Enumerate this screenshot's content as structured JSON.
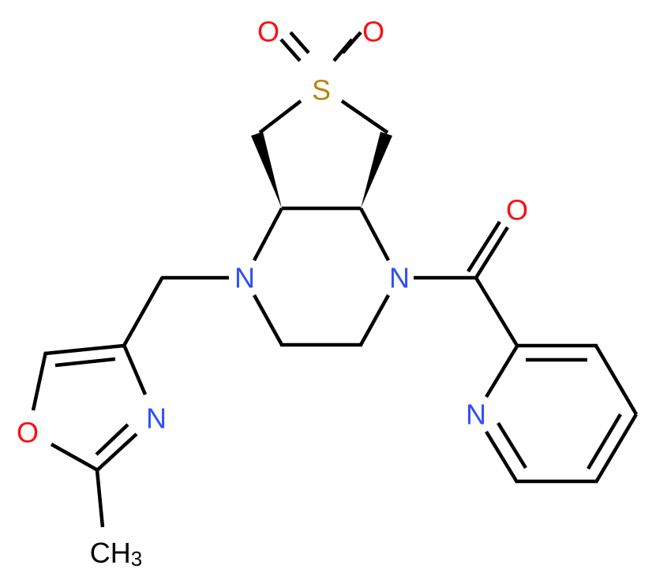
{
  "colors": {
    "oxygen": "#ff0d0d",
    "nitrogen": "#3050f8",
    "sulfur": "#b8860b",
    "bond": "#000000"
  },
  "atoms": {
    "o_sulfonyl_1": "O",
    "o_sulfonyl_2": "O",
    "s": "S",
    "n_left": "N",
    "n_right": "N",
    "o_carbonyl": "O",
    "n_pyridine": "N",
    "n_oxazole": "N",
    "o_oxazole": "O",
    "methyl_c": "CH",
    "methyl_sub": "3"
  }
}
